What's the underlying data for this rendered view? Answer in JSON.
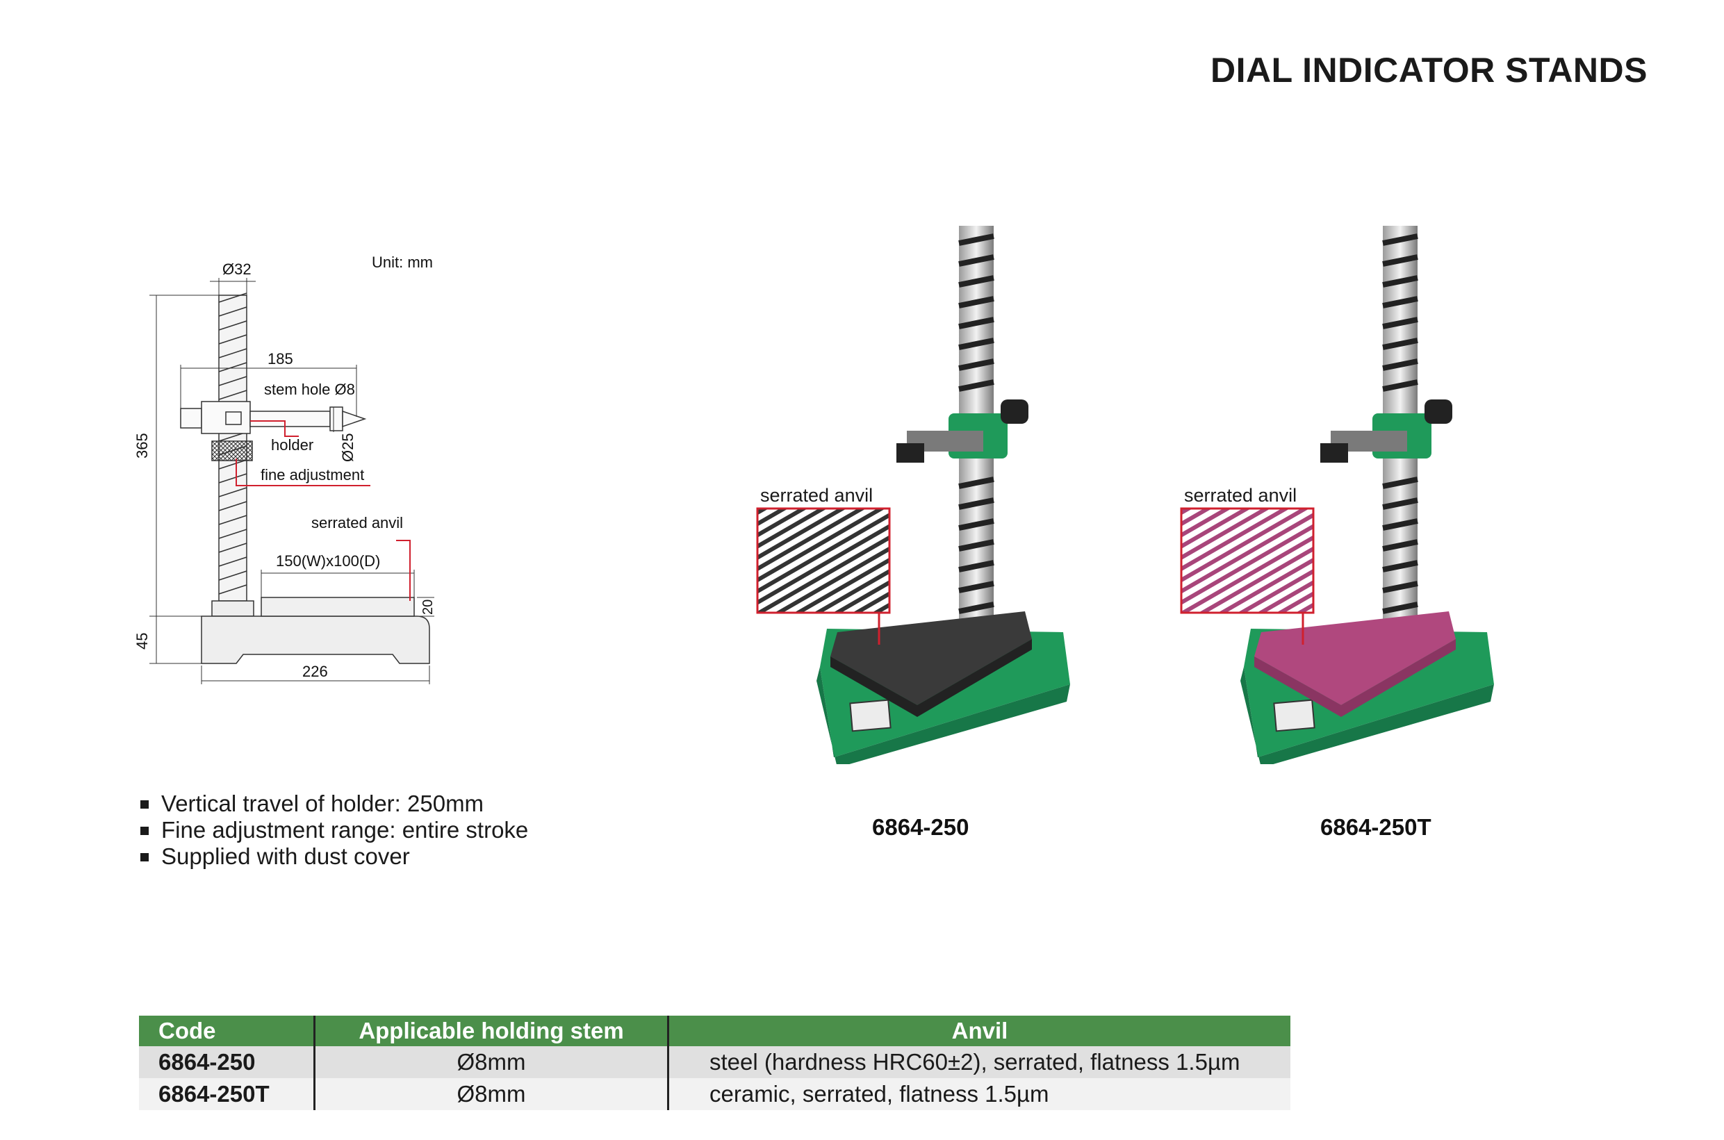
{
  "header": {
    "title": "DIAL INDICATOR STANDS"
  },
  "drawing": {
    "unit": "Unit: mm",
    "dim_column_dia": "Ø32",
    "dim_height": "365",
    "dim_base_height": "45",
    "dim_arm_length": "185",
    "dim_holder_dia": "Ø25",
    "dim_anvil_thickness": "20",
    "dim_base_width": "226",
    "label_stem_hole": "stem hole Ø8",
    "label_holder": "holder",
    "label_fine_adjustment": "fine adjustment",
    "label_serrated_anvil": "serrated anvil",
    "label_anvil_size": "150(W)x100(D)"
  },
  "photos": [
    {
      "code": "6864-250",
      "callout": "serrated anvil",
      "anvil_color": "#3a3a3a",
      "stripe_color": "#333333"
    },
    {
      "code": "6864-250T",
      "callout": "serrated anvil",
      "anvil_color": "#b0487e",
      "stripe_color": "#a8457a"
    }
  ],
  "colors": {
    "base_green": "#1f9a5a",
    "table_header_green": "#4b8f4a",
    "callout_red": "#d0202e"
  },
  "features": [
    "Vertical travel of holder: 250mm",
    "Fine adjustment range: entire stroke",
    "Supplied with dust cover"
  ],
  "table": {
    "headers": [
      "Code",
      "Applicable holding stem",
      "Anvil"
    ],
    "rows": [
      [
        "6864-250",
        "Ø8mm",
        "steel (hardness HRC60±2), serrated, flatness 1.5µm"
      ],
      [
        "6864-250T",
        "Ø8mm",
        "ceramic, serrated, flatness 1.5µm"
      ]
    ]
  }
}
